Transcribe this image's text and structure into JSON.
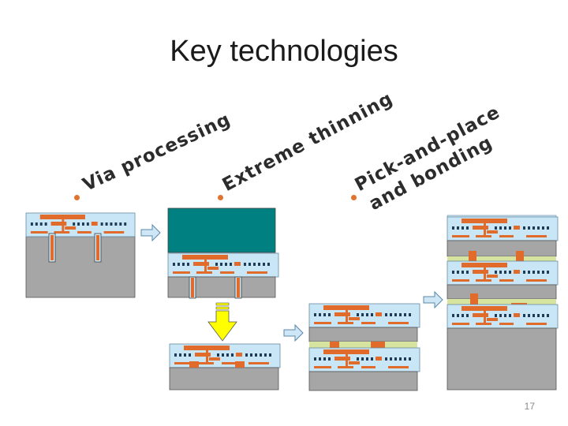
{
  "slide": {
    "title": "Key technologies",
    "page_number": "17"
  },
  "bullets": [
    {
      "label": "Via processing"
    },
    {
      "label": "Extreme thinning"
    },
    {
      "label": "Pick-and-place"
    },
    {
      "label": "and bonding"
    }
  ],
  "colors": {
    "substrate": "#a6a6a6",
    "layer_stack": "#c8e6f5",
    "metal": "#e06b2a",
    "handle_wafer": "#008080",
    "bond_layer": "#d7e4a0",
    "arrow_fill": "#cfe6f7",
    "big_arrow": "#ffff00",
    "bullet": "#e0732e"
  }
}
